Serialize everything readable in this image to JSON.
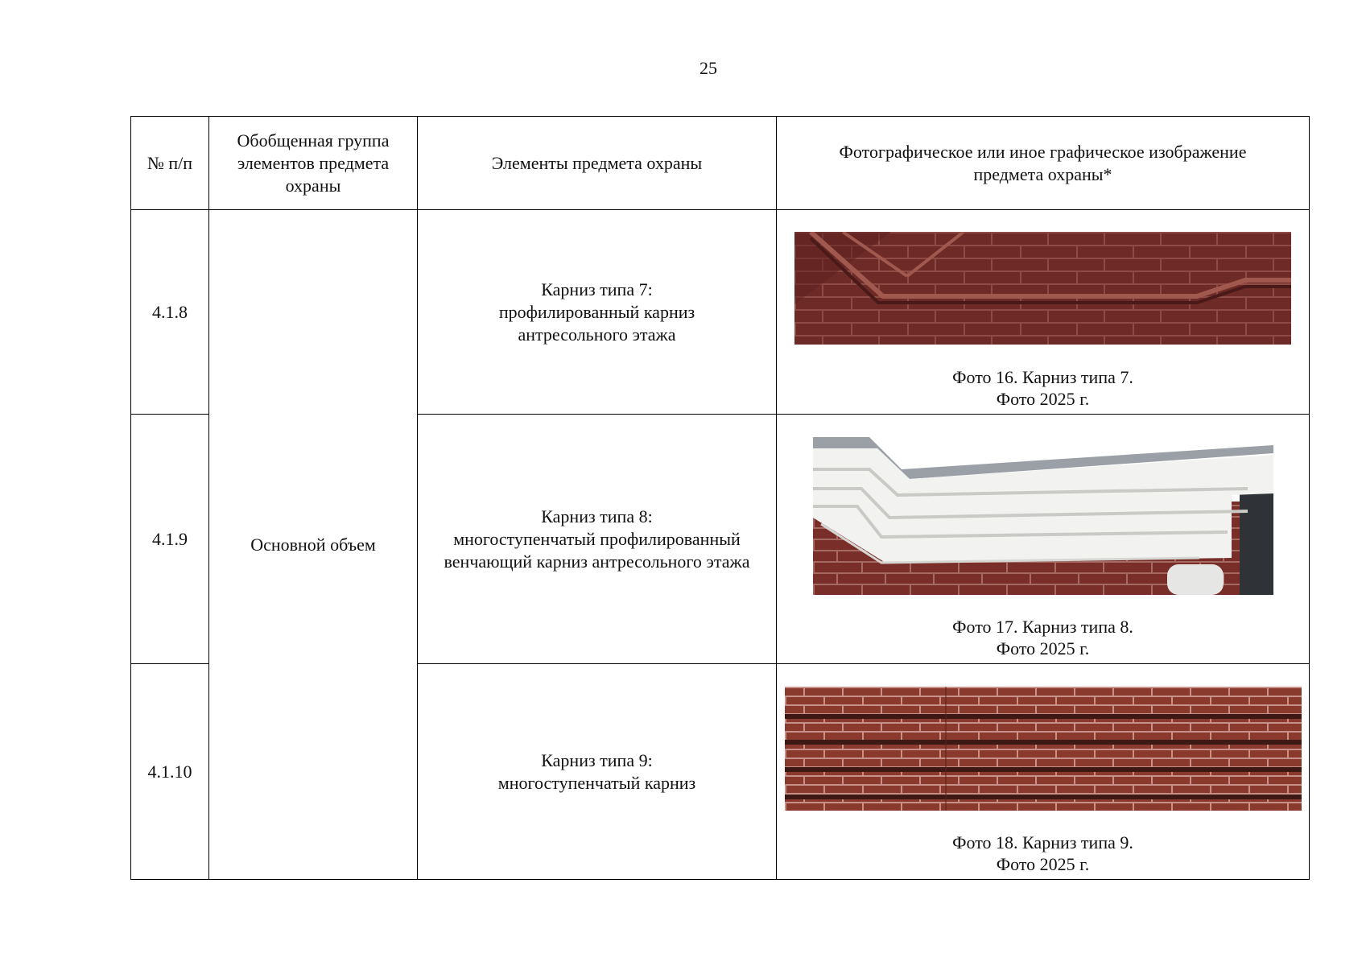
{
  "page_number": "25",
  "table": {
    "headers": {
      "num": "№ п/п",
      "group": [
        "Обобщенная группа",
        "элементов предмета",
        "охраны"
      ],
      "elements": "Элементы предмета охраны",
      "photo": [
        "Фотографическое или иное графическое изображение",
        "предмета охраны*"
      ]
    },
    "group_value": "Основной объем",
    "rows": [
      {
        "num": "4.1.8",
        "element": [
          "Карниз типа 7:",
          "профилированный карниз",
          "антресольного этажа"
        ],
        "caption": [
          "Фото 16. Карниз типа 7.",
          "Фото 2025 г."
        ]
      },
      {
        "num": "4.1.9",
        "element": [
          "Карниз типа 8:",
          "многоступенчатый профилированный",
          "венчающий карниз антресольного этажа"
        ],
        "caption": [
          "Фото 17. Карниз типа 8.",
          "Фото 2025 г."
        ]
      },
      {
        "num": "4.1.10",
        "element": [
          "Карниз типа 9:",
          "многоступенчатый карниз"
        ],
        "caption": [
          "Фото 18. Карниз типа 9.",
          "Фото 2025 г."
        ]
      }
    ]
  },
  "colors": {
    "brick_dark": "#6e2a26",
    "brick_red": "#8a3a2c",
    "plaster": "#eeeeec"
  }
}
